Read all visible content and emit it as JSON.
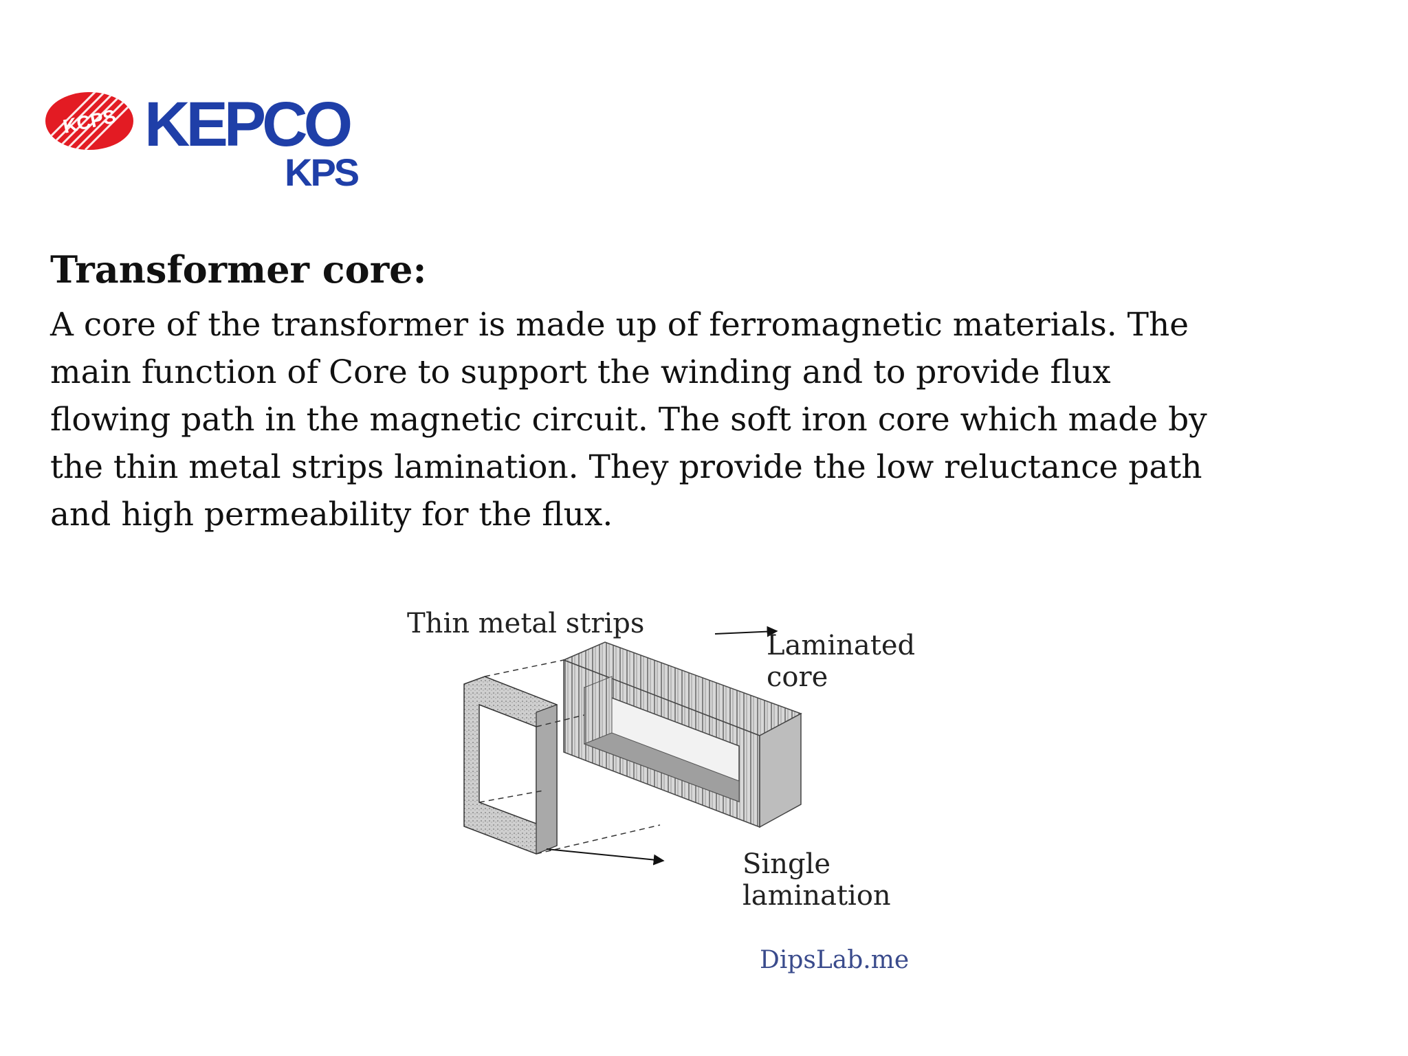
{
  "logo": {
    "badge_text": "KCPS",
    "main_text": "KEPCO",
    "sub_text": "KPS"
  },
  "title": "Transformer core:",
  "paragraph_lines": [
    "A core of the transformer is made up of ferromagnetic materials. The",
    "main function of Core to support the winding and to provide flux",
    "flowing path in the magnetic circuit. The soft iron core which made by",
    "the thin metal strips lamination. They provide the low reluctance path",
    "and high permeability for the flux."
  ],
  "diagram": {
    "label_strips": "Thin metal strips",
    "label_core_1": "Laminated",
    "label_core_2": "core",
    "label_single_1": "Single",
    "label_single_2": "lamination",
    "watermark": "DipsLab.me"
  },
  "colors": {
    "logo_red": "#e31b23",
    "logo_blue": "#1f3fa8",
    "watermark": "#3a4b8c"
  }
}
